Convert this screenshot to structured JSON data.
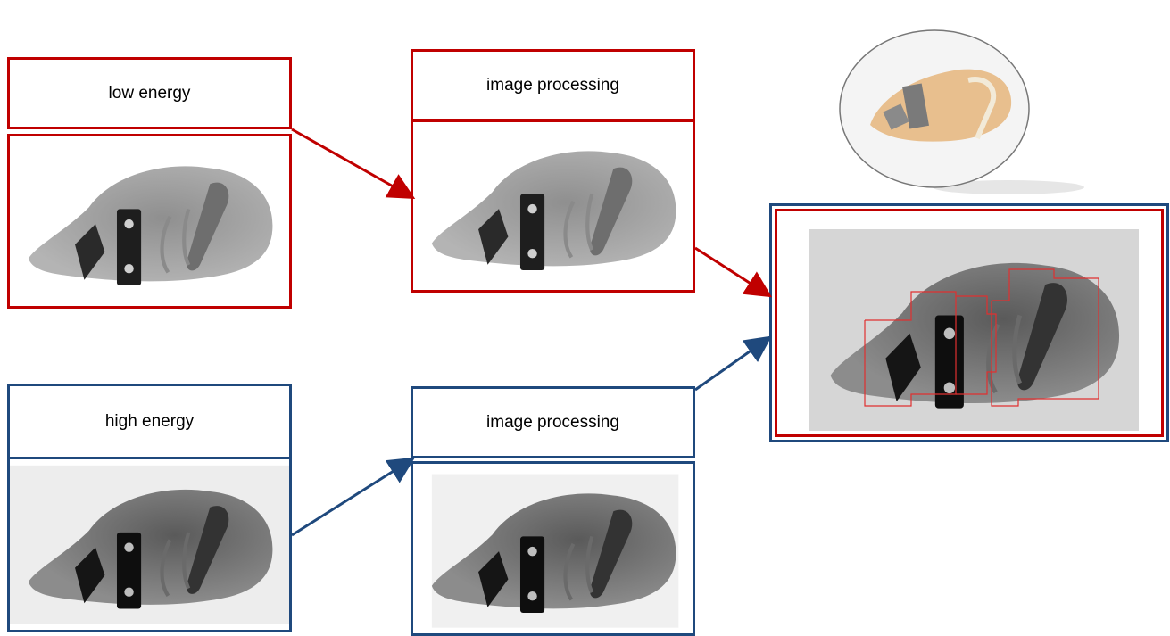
{
  "diagram": {
    "low_energy_label": "low energy",
    "high_energy_label": "high energy",
    "processing_top_label": "image processing",
    "processing_bottom_label": "image processing"
  },
  "colors": {
    "low_energy_path": "#c00000",
    "high_energy_path": "#1f497d",
    "contour": "#e03030"
  }
}
